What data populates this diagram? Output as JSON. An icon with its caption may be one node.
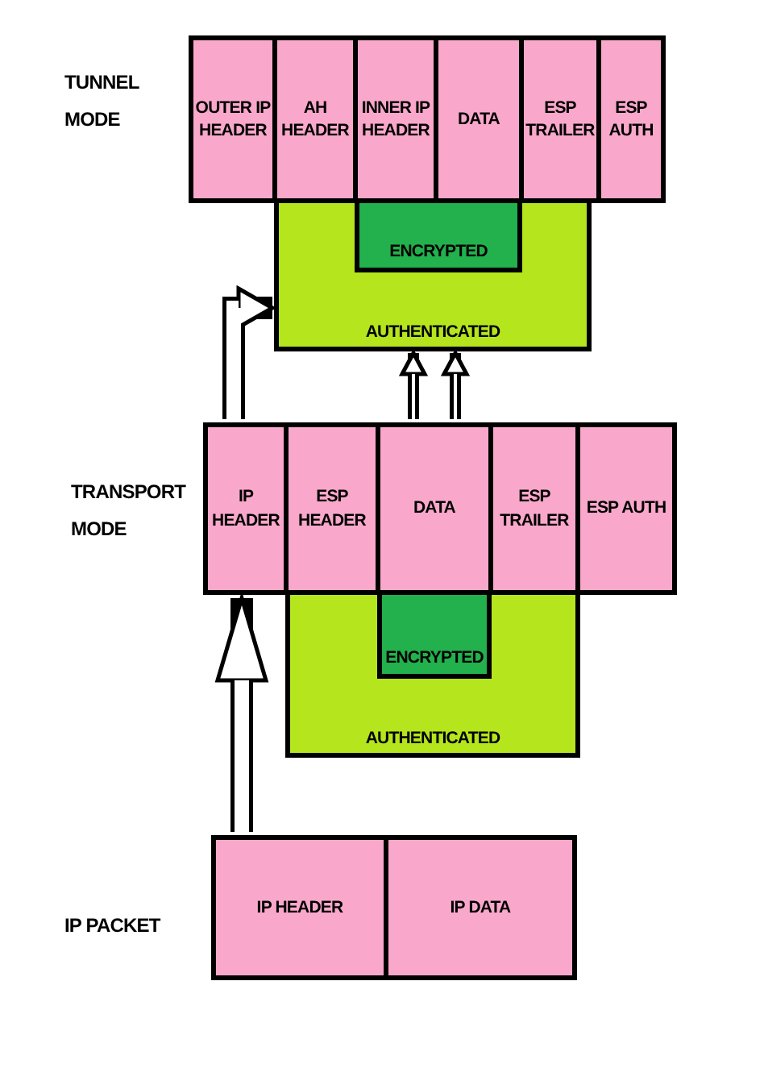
{
  "diagram": {
    "nodes": [
      {
        "text": [
          "OUTER IP HEADER"
        ]
      },
      {
        "text": [
          "AH HEADER"
        ]
      },
      {
        "text": [
          "INNER IP HEADER"
        ]
      },
      {
        "text": [
          "DATA"
        ]
      },
      {
        "text": [
          "ESP TRAILER"
        ]
      },
      {
        "text": [
          "ESP AUTH"
        ]
      },
      {
        "text": [
          "AUTHENTICATED"
        ]
      },
      {
        "text": [
          "ENCRYPTED"
        ],
        "in": 6
      },
      {
        "text": [
          "IP HEADER"
        ]
      },
      {
        "text": [
          "ESP HEADER"
        ]
      },
      {
        "text": [
          "DATA"
        ]
      },
      {
        "text": [
          "ESP TRAILER"
        ]
      },
      {
        "text": [
          "ESP AUTH"
        ]
      },
      {
        "text": [
          "AUTHENTICATED"
        ]
      },
      {
        "text": [
          "ENCRYPTED"
        ],
        "in": 13
      },
      {
        "text": [
          "IP HEADER"
        ]
      },
      {
        "text": [
          "IP DATA"
        ]
      }
    ],
    "edges": [
      {
        "from": 8,
        "to": 6,
        "arrow": "to",
        "style": "thick"
      },
      {
        "from": 10,
        "to": 6,
        "arrow": "to"
      },
      {
        "from": 10,
        "to": 6,
        "arrow": "to"
      },
      {
        "from": 15,
        "to": 8,
        "arrow": "to",
        "style": "thick"
      }
    ],
    "labels": [
      "TUNNEL MODE",
      "TRANSPORT MODE",
      "IP PACKET"
    ]
  }
}
